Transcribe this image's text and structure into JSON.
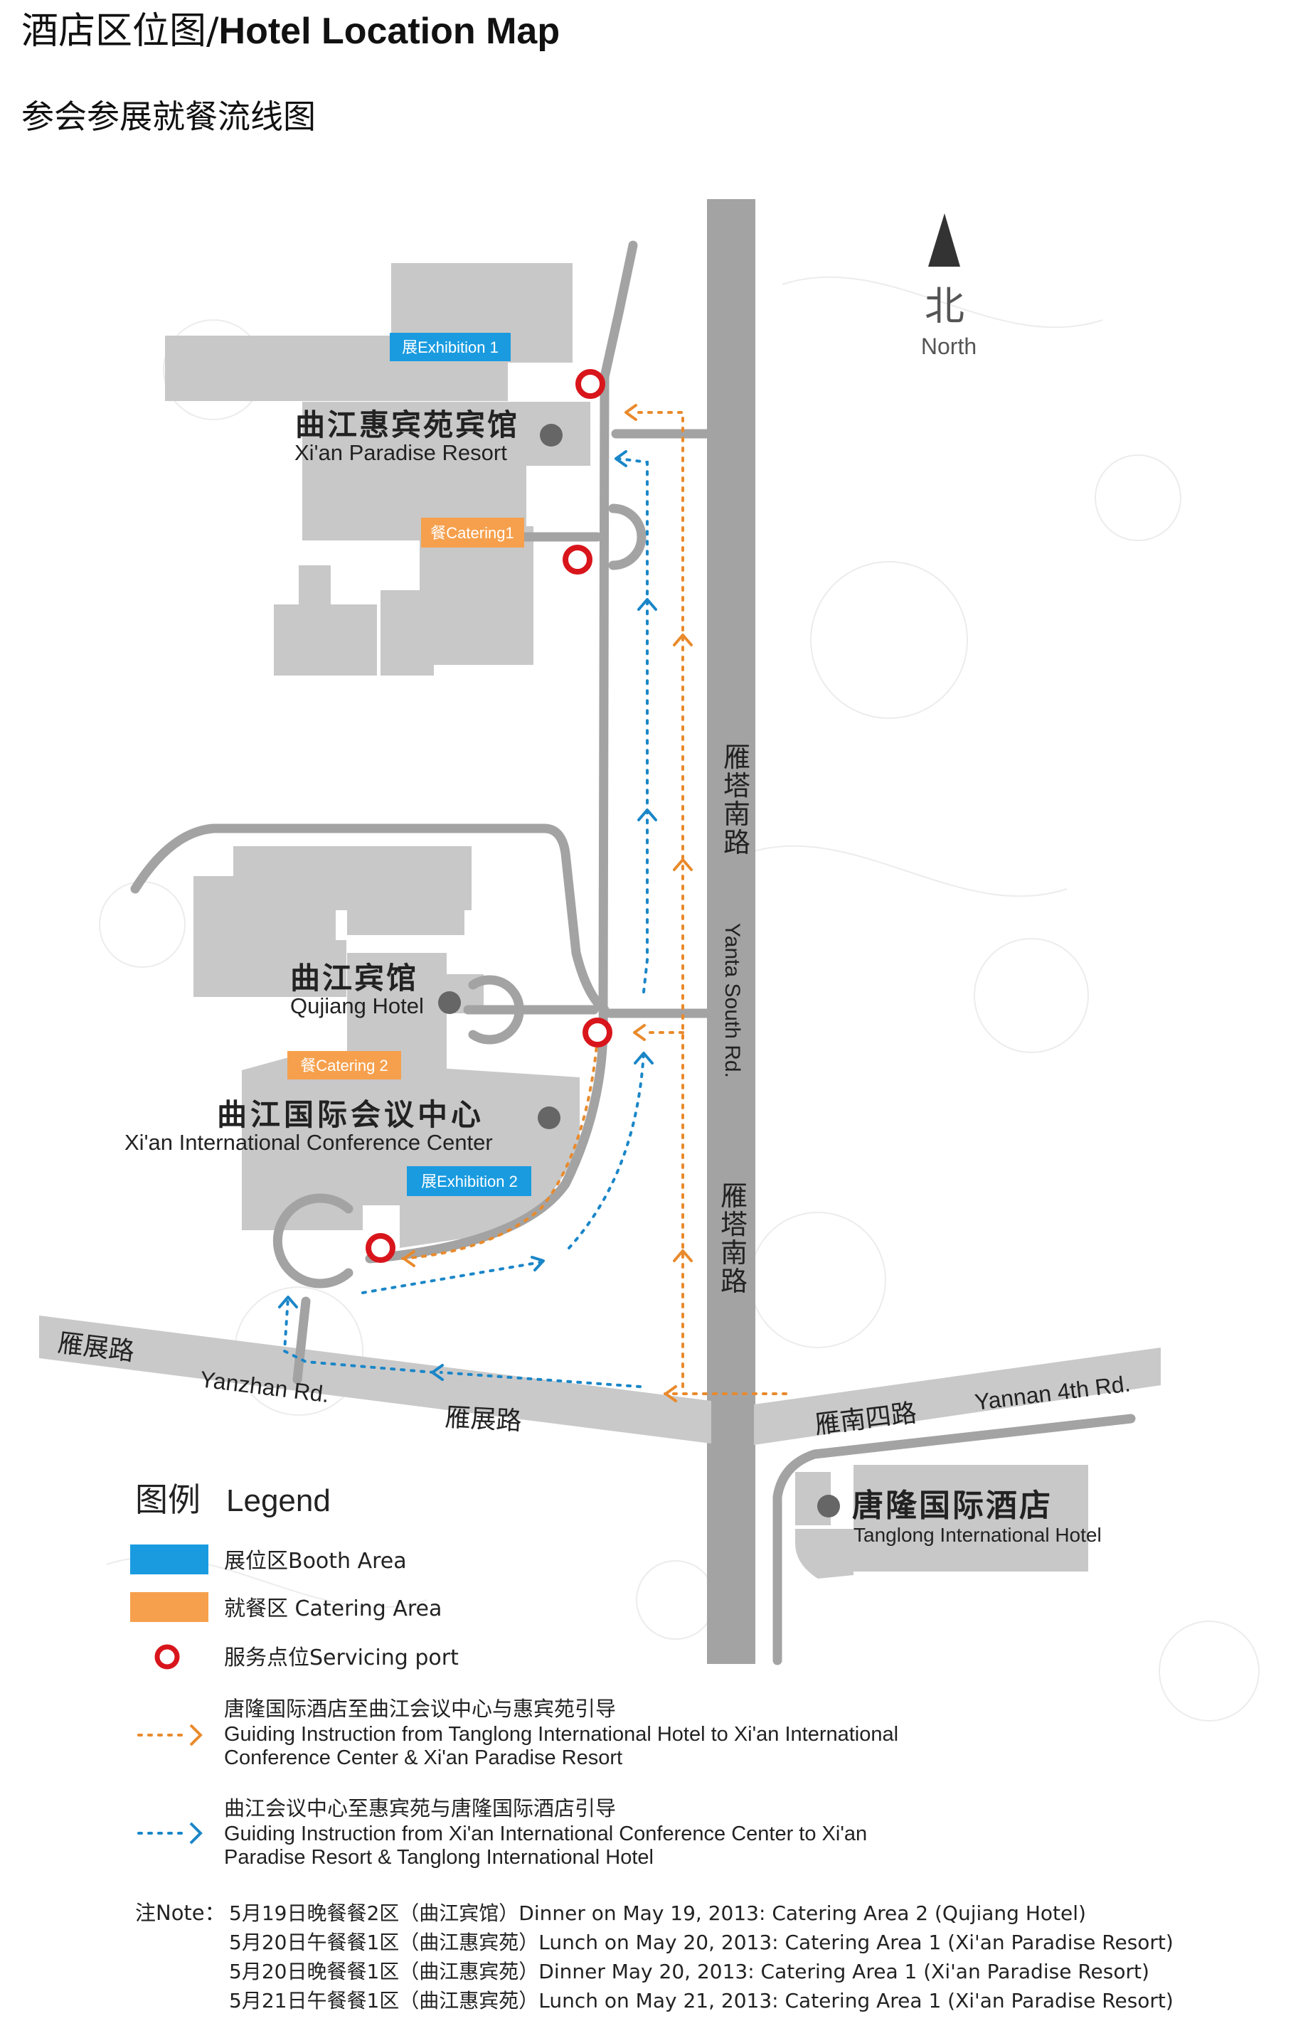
{
  "header": {
    "title_cn": "酒店区位图/",
    "title_en": "Hotel Location Map",
    "subtitle": "参会参展就餐流线图"
  },
  "colors": {
    "road": "#a3a3a3",
    "building": "#c8c8c8",
    "booth": "#1a9be0",
    "catering": "#f6a04d",
    "service_port": "#d9151c",
    "orange_route": "#e98a2c",
    "blue_route": "#1a86c8"
  },
  "compass": {
    "cn": "北",
    "en": "North"
  },
  "roads": {
    "yanta_cn": "雁塔南路",
    "yanta_en": "Yanta South Rd.",
    "yanzhan_cn": "雁展路",
    "yanzhan_en": "Yanzhan Rd.",
    "yannan_cn": "雁南四路",
    "yannan_en": "Yannan 4th Rd."
  },
  "places": {
    "paradise": {
      "cn": "曲江惠宾苑宾馆",
      "en": "Xi'an Paradise Resort"
    },
    "qujiang": {
      "cn": "曲江宾馆",
      "en": "Qujiang Hotel"
    },
    "conference": {
      "cn": "曲江国际会议中心",
      "en": "Xi'an International Conference Center"
    },
    "tanglong": {
      "cn": "唐隆国际酒店",
      "en": "Tanglong International Hotel"
    }
  },
  "tags": {
    "exhibition1": "展Exhibition 1",
    "catering1": "餐Catering1",
    "catering2": "餐Catering 2",
    "exhibition2": "展Exhibition 2"
  },
  "legend": {
    "title_cn": "图例",
    "title_en": "Legend",
    "booth": "展位区Booth Area",
    "catering": "就餐区 Catering Area",
    "service": "服务点位Servicing port",
    "orange_cn": "唐隆国际酒店至曲江会议中心与惠宾苑引导",
    "orange_en1": "Guiding Instruction from Tanglong International Hotel to Xi'an International",
    "orange_en2": "Conference Center & Xi'an Paradise Resort",
    "blue_cn": "曲江会议中心至惠宾苑与唐隆国际酒店引导",
    "blue_en1": "Guiding Instruction from Xi'an International Conference Center to Xi'an",
    "blue_en2": "Paradise Resort & Tanglong International Hotel"
  },
  "notes": {
    "label": "注Note：",
    "lines": [
      "5月19日晚餐餐2区（曲江宾馆）Dinner on May 19, 2013: Catering Area 2 (Qujiang Hotel)",
      "5月20日午餐餐1区（曲江惠宾苑）Lunch on May 20, 2013: Catering Area 1 (Xi'an Paradise Resort)",
      "5月20日晚餐餐1区（曲江惠宾苑）Dinner May 20, 2013: Catering Area 1 (Xi'an Paradise Resort)",
      "5月21日午餐餐1区（曲江惠宾苑）Lunch on May 21, 2013: Catering Area 1 (Xi'an Paradise Resort)"
    ]
  }
}
